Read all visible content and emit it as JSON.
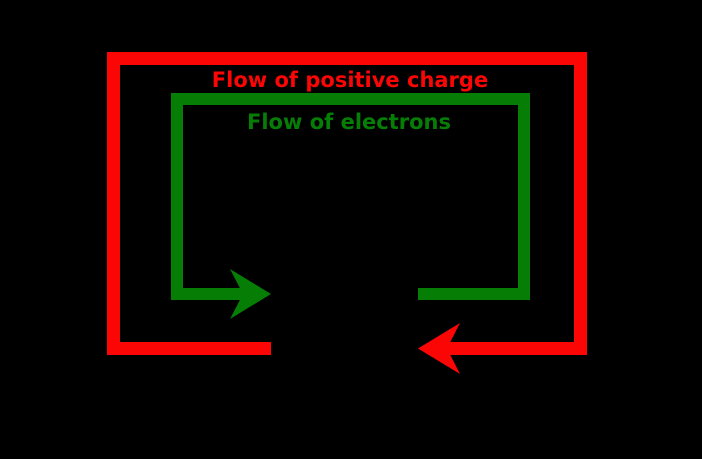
{
  "diagram": {
    "title": "Flow of charge vs flow of electrons circuit diagram",
    "background": "#000000",
    "colors": {
      "positive_charge": "#fb0505",
      "electrons": "#067e06",
      "background": "#000000"
    },
    "labels": {
      "positive_charge": "Flow of positive charge",
      "electrons": "Flow of electrons"
    },
    "icons": {
      "positive_charge_arrow": "arrow-left-icon",
      "electrons_arrow": "arrow-right-icon"
    }
  }
}
